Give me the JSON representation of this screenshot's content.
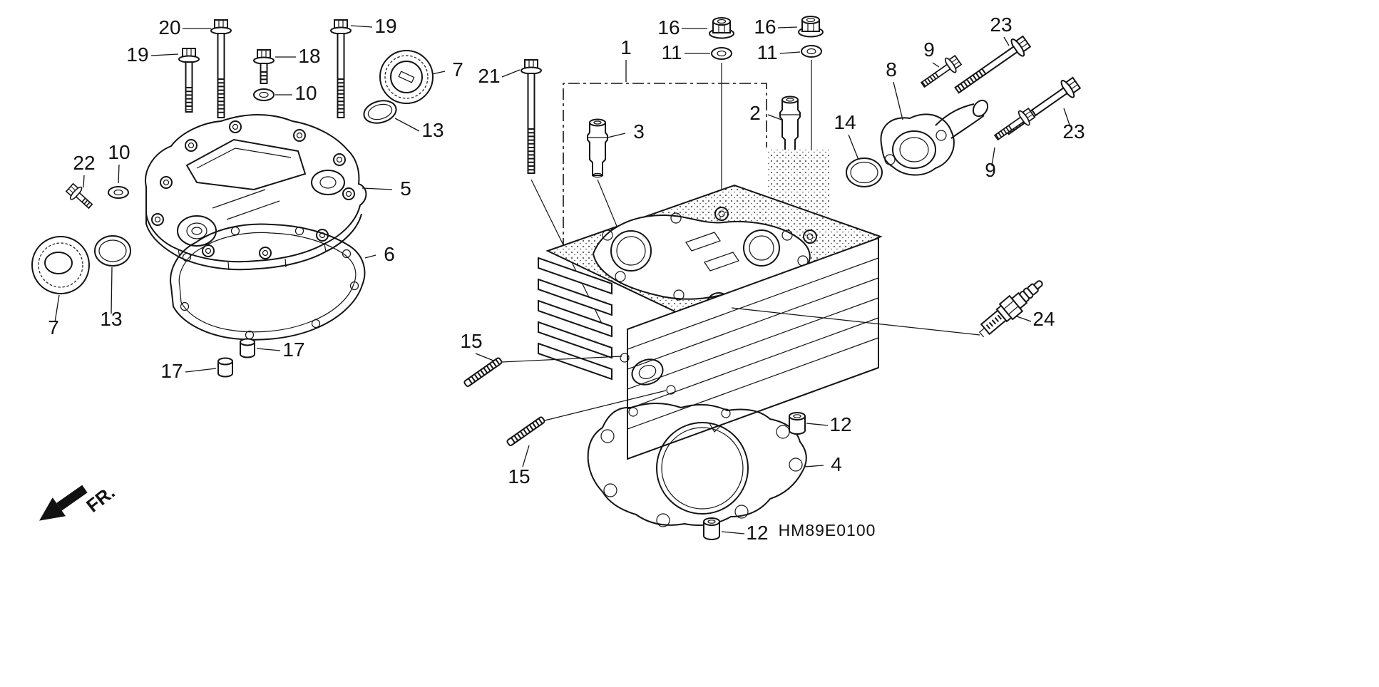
{
  "diagram": {
    "code": "HM89E0100",
    "front_label": "FR.",
    "callouts": [
      {
        "label": "20"
      },
      {
        "label": "19"
      },
      {
        "label": "19"
      },
      {
        "label": "18"
      },
      {
        "label": "7"
      },
      {
        "label": "10"
      },
      {
        "label": "13"
      },
      {
        "label": "22"
      },
      {
        "label": "10"
      },
      {
        "label": "5"
      },
      {
        "label": "6"
      },
      {
        "label": "7"
      },
      {
        "label": "13"
      },
      {
        "label": "17"
      },
      {
        "label": "17"
      },
      {
        "label": "21"
      },
      {
        "label": "1"
      },
      {
        "label": "3"
      },
      {
        "label": "16"
      },
      {
        "label": "11"
      },
      {
        "label": "16"
      },
      {
        "label": "11"
      },
      {
        "label": "2"
      },
      {
        "label": "8"
      },
      {
        "label": "9"
      },
      {
        "label": "23"
      },
      {
        "label": "23"
      },
      {
        "label": "9"
      },
      {
        "label": "14"
      },
      {
        "label": "24"
      },
      {
        "label": "15"
      },
      {
        "label": "15"
      },
      {
        "label": "12"
      },
      {
        "label": "4"
      },
      {
        "label": "12"
      }
    ]
  }
}
